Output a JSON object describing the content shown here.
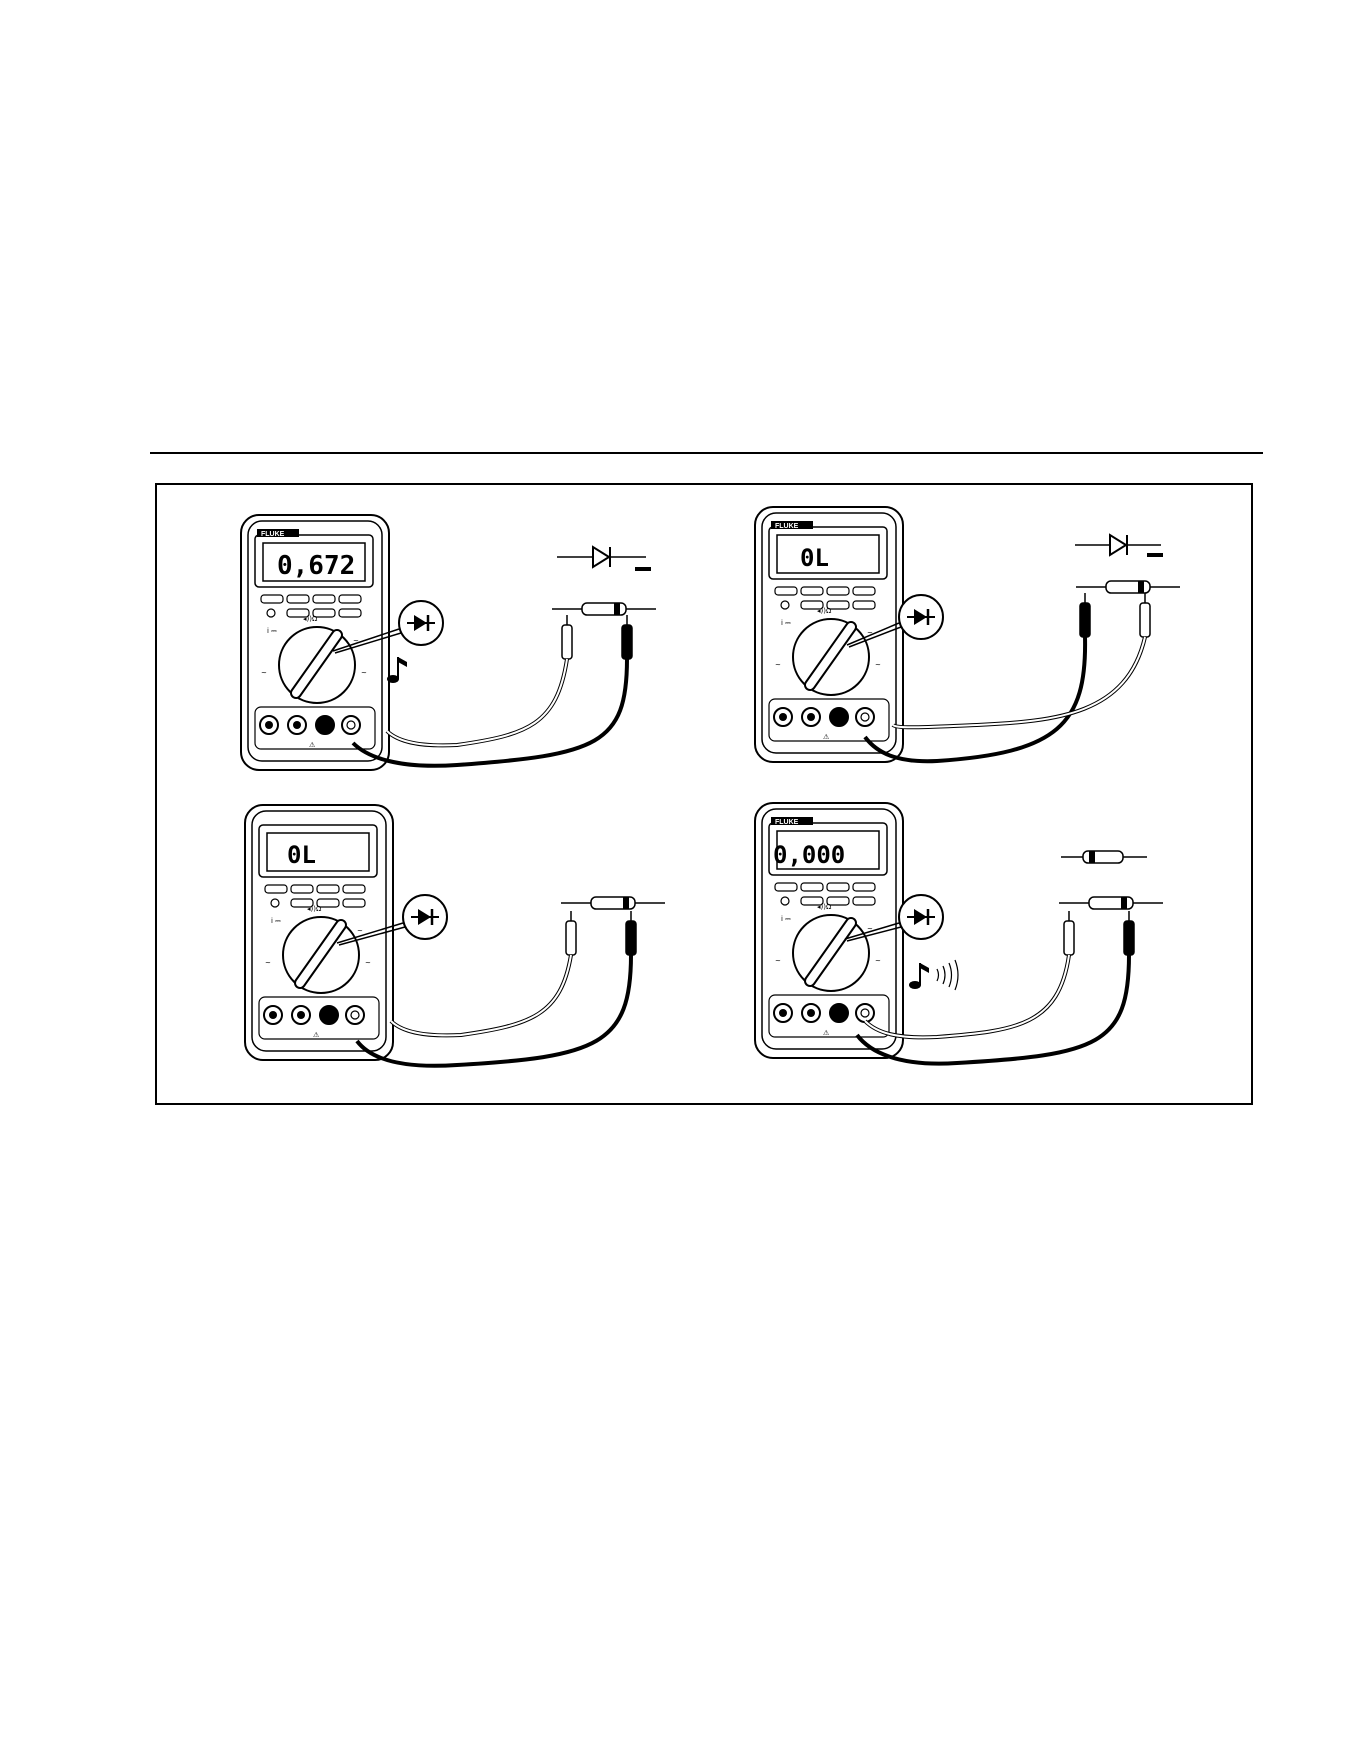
{
  "page": {
    "rule": "horizontal-rule",
    "figure": {
      "meters": [
        {
          "id": "tl",
          "brand": "FLUKE",
          "display": "0,672",
          "symbol": "diode-icon",
          "component": "diode",
          "tone": "single-note-icon"
        },
        {
          "id": "tr",
          "brand": "FLUKE",
          "display": "0L",
          "symbol": "diode-icon",
          "component": "diode-reversed",
          "tone": ""
        },
        {
          "id": "bl",
          "brand": "",
          "display": "0L",
          "symbol": "diode-icon",
          "component": "diode",
          "tone": ""
        },
        {
          "id": "br",
          "brand": "FLUKE",
          "display": "0,000",
          "symbol": "diode-icon",
          "component": "shorted-diode",
          "tone": "continuous-beep-icon"
        }
      ]
    }
  }
}
